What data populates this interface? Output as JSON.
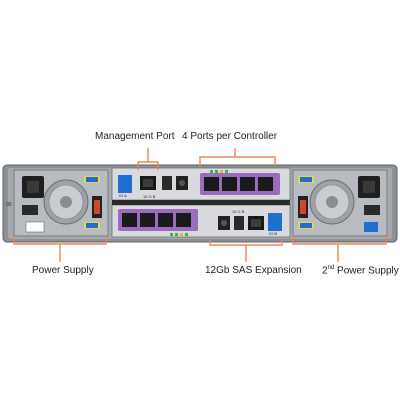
{
  "labels": {
    "management_port": "Management Port",
    "ports_per_controller": "4 Ports per Controller",
    "power_supply_left": "Power Supply",
    "sas_expansion": "12Gb SAS Expansion",
    "power_supply_right_ordinal": "2",
    "power_supply_right_suffix": "nd",
    "power_supply_right_text": " Power Supply"
  },
  "hardware_text": {
    "ioa_label": "IO A",
    "iob_label": "IO B",
    "port_speed_top": "16 G B",
    "port_speed_bottom": "16 G B",
    "slot_number": "00"
  },
  "colors": {
    "callout": "#e8895a",
    "chassis": "#9a9ea3",
    "controller": "#d8dadd",
    "sfp_purple": "#9b6bbf",
    "blue_tab": "#1e6fd0",
    "yellow_tag": "#e6d64a"
  }
}
